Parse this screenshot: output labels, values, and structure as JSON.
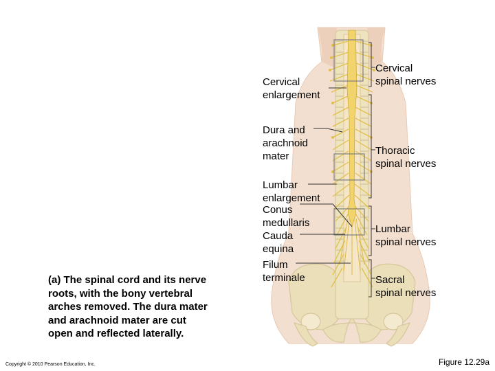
{
  "labels_left": {
    "cervical_enlargement": "Cervical\nenlargement",
    "dura_arachnoid": "Dura and\narachnoid\nmater",
    "lumbar_enlargement": "Lumbar\nenlargement",
    "conus_medullaris": "Conus\nmedullaris",
    "cauda_equina": "Cauda\nequina",
    "filum_terminale": "Filum\nterminale"
  },
  "labels_right": {
    "cervical_spinal_nerves": "Cervical\nspinal nerves",
    "thoracic_spinal_nerves": "Thoracic\nspinal nerves",
    "lumbar_spinal_nerves": "Lumbar\nspinal nerves",
    "sacral_spinal_nerves": "Sacral\nspinal nerves"
  },
  "caption": {
    "tag": "(a)",
    "text": "The spinal cord and its nerve\nroots, with the bony vertebral\narches removed. The dura mater\nand  arachnoid mater are cut\nopen and reflected laterally."
  },
  "footer": {
    "copyright": "Copyright © 2010 Pearson Education, Inc.",
    "figure_number": "Figure 12.29a"
  },
  "colors": {
    "skin": "#f1d7c2",
    "bone": "#e9ddb5",
    "nerve": "#e3c64f",
    "cord": "#f0d36a"
  }
}
